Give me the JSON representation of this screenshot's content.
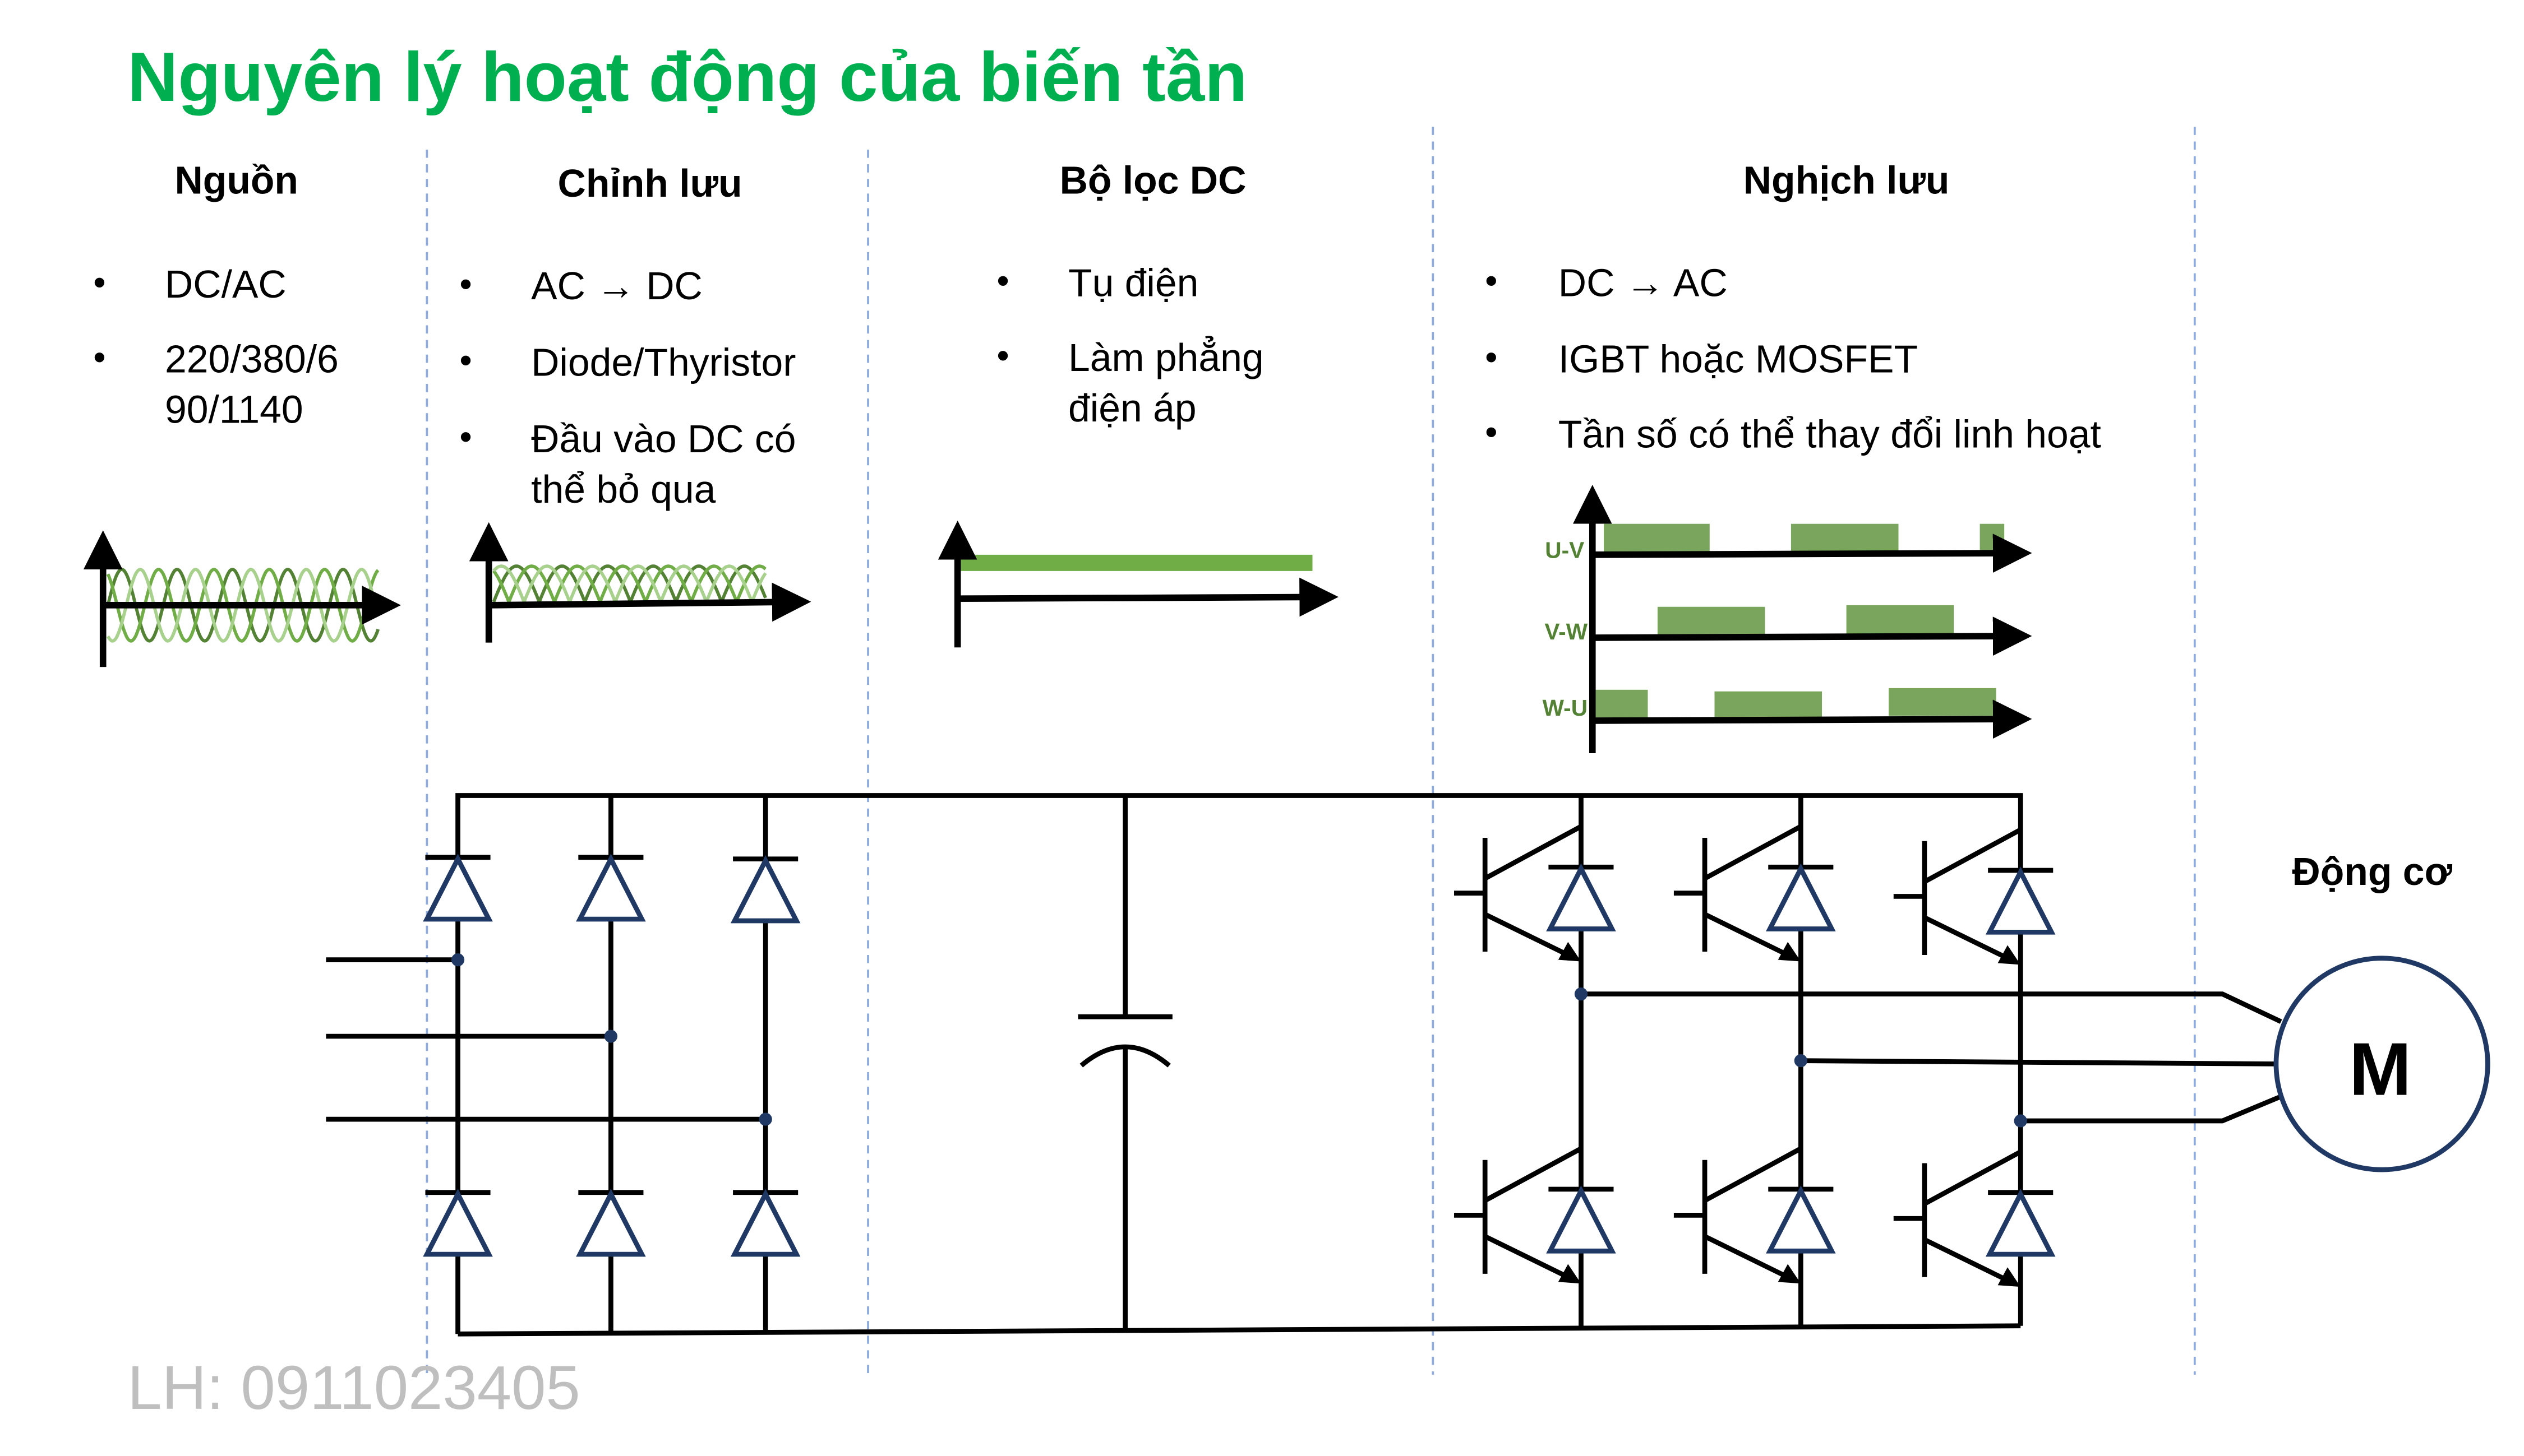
{
  "title": "Nguyên lý hoạt động của biến tần",
  "columns": [
    {
      "header": "Nguồn",
      "bullets": [
        "DC/AC",
        "220/380/6",
        "90/1140"
      ]
    },
    {
      "header": "Chỉnh lưu",
      "bullets": [
        "AC → DC",
        "Diode/Thyristor",
        "Đầu vào DC có",
        "thể bỏ qua"
      ]
    },
    {
      "header": "Bộ lọc DC",
      "bullets": [
        "Tụ điện",
        "Làm phẳng",
        "điện áp"
      ]
    },
    {
      "header": "Nghịch lưu",
      "bullets": [
        "DC → AC",
        "IGBT hoặc MOSFET",
        "Tần số có thể thay đổi linh hoạt"
      ]
    }
  ],
  "bullet_glyph": "•",
  "pwm": {
    "labels": [
      "U-V",
      "V-W",
      "W-U"
    ]
  },
  "motor": {
    "header": "Động cơ",
    "symbol": "M"
  },
  "footer": "LH: 0911023405",
  "colors": {
    "title": "#00b050",
    "wave": "#70ad47",
    "diode": "#1f3864",
    "separator": "#8faadc",
    "footer": "#bfbfbf"
  }
}
